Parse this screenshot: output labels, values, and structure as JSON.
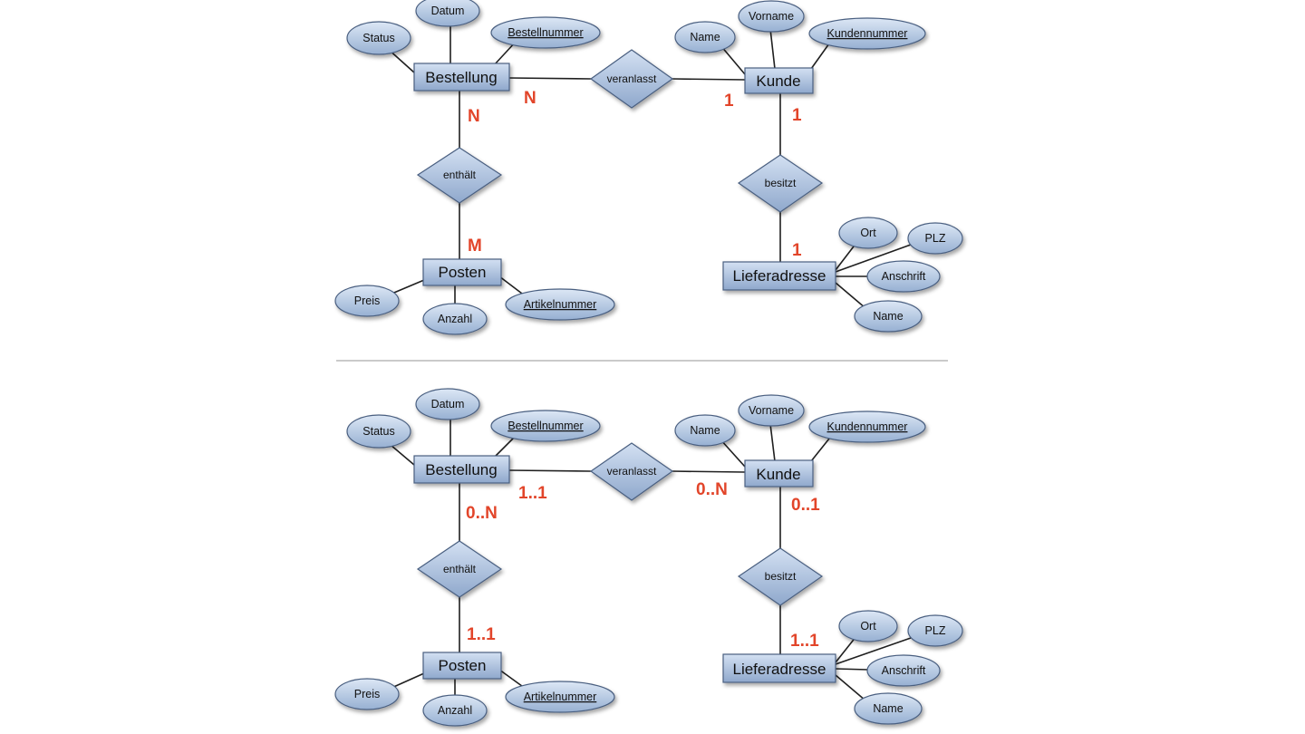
{
  "diagrams": [
    {
      "entities": {
        "bestellung": "Bestellung",
        "kunde": "Kunde",
        "posten": "Posten",
        "lieferadresse": "Lieferadresse"
      },
      "relationships": {
        "veranlasst": "veranlasst",
        "enthaelt": "enthält",
        "besitzt": "besitzt"
      },
      "attributes": {
        "bestellung": [
          {
            "label": "Status",
            "key": false
          },
          {
            "label": "Datum",
            "key": false
          },
          {
            "label": "Bestellnummer",
            "key": true
          }
        ],
        "kunde": [
          {
            "label": "Name",
            "key": false
          },
          {
            "label": "Vorname",
            "key": false
          },
          {
            "label": "Kundennummer",
            "key": true
          }
        ],
        "posten": [
          {
            "label": "Preis",
            "key": false
          },
          {
            "label": "Anzahl",
            "key": false
          },
          {
            "label": "Artikelnummer",
            "key": true
          }
        ],
        "lieferadresse": [
          {
            "label": "Ort",
            "key": false
          },
          {
            "label": "PLZ",
            "key": false
          },
          {
            "label": "Anschrift",
            "key": false
          },
          {
            "label": "Name",
            "key": false
          }
        ]
      },
      "cardinalities": {
        "bestellung_veranlasst": "N",
        "kunde_veranlasst": "1",
        "bestellung_enthaelt": "N",
        "posten_enthaelt": "M",
        "kunde_besitzt": "1",
        "lieferadresse_besitzt": "1"
      }
    },
    {
      "entities": {
        "bestellung": "Bestellung",
        "kunde": "Kunde",
        "posten": "Posten",
        "lieferadresse": "Lieferadresse"
      },
      "relationships": {
        "veranlasst": "veranlasst",
        "enthaelt": "enthält",
        "besitzt": "besitzt"
      },
      "attributes": {
        "bestellung": [
          {
            "label": "Status",
            "key": false
          },
          {
            "label": "Datum",
            "key": false
          },
          {
            "label": "Bestellnummer",
            "key": true
          }
        ],
        "kunde": [
          {
            "label": "Name",
            "key": false
          },
          {
            "label": "Vorname",
            "key": false
          },
          {
            "label": "Kundennummer",
            "key": true
          }
        ],
        "posten": [
          {
            "label": "Preis",
            "key": false
          },
          {
            "label": "Anzahl",
            "key": false
          },
          {
            "label": "Artikelnummer",
            "key": true
          }
        ],
        "lieferadresse": [
          {
            "label": "Ort",
            "key": false
          },
          {
            "label": "PLZ",
            "key": false
          },
          {
            "label": "Anschrift",
            "key": false
          },
          {
            "label": "Name",
            "key": false
          }
        ]
      },
      "cardinalities": {
        "bestellung_veranlasst": "1..1",
        "kunde_veranlasst": "0..N",
        "bestellung_enthaelt": "0..N",
        "posten_enthaelt": "1..1",
        "kunde_besitzt": "0..1",
        "lieferadresse_besitzt": "1..1"
      }
    }
  ]
}
